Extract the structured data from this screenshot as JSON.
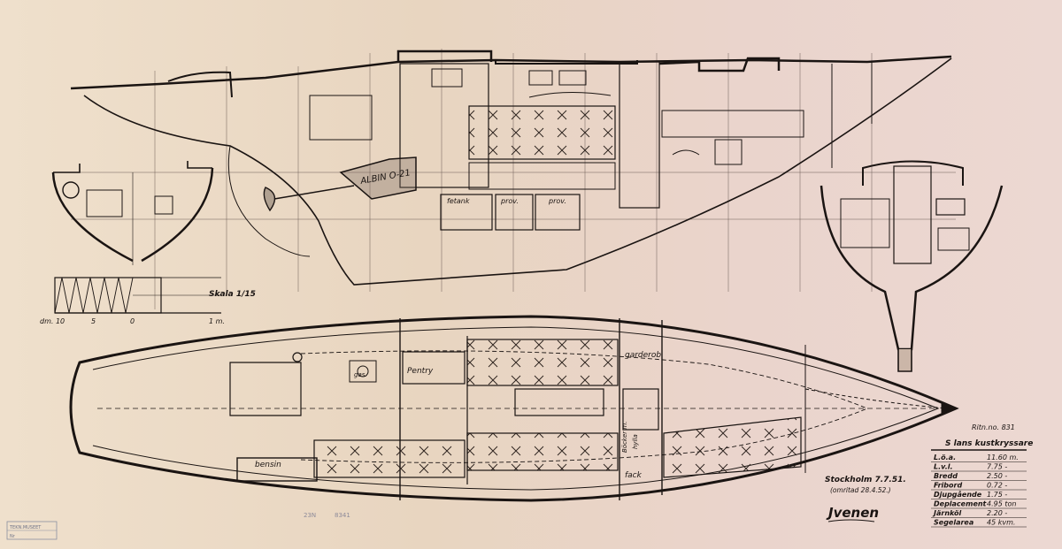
{
  "labels": {
    "engine": "ALBIN O-21",
    "tank_1": "fetank",
    "tank_2": "prov.",
    "tank_3": "prov.",
    "scale_title": "Skala 1/15",
    "scale_dm": "dm. 10",
    "scale_5": "5",
    "scale_0": "0",
    "scale_1m": "1 m.",
    "pentry": "Pentry",
    "gas": "gas.",
    "garderob": "garderob",
    "bensin": "bensin",
    "bocker": "Böcker m.",
    "hylla": "hylla",
    "fack": "fack"
  },
  "specs": {
    "drawing_no": "Ritn.no. 831",
    "title": "S lans kustkryssare",
    "rows": [
      {
        "label": "L.ö.a.",
        "value": "11.60 m."
      },
      {
        "label": "L.v.l.",
        "value": "7.75 -"
      },
      {
        "label": "Bredd",
        "value": "2.50 -"
      },
      {
        "label": "Fribord",
        "value": "0.72 -"
      },
      {
        "label": "Djupgående",
        "value": "1.75 -"
      },
      {
        "label": "Deplacement",
        "value": "4.95 ton"
      },
      {
        "label": "Järnköl",
        "value": "2.20 -"
      },
      {
        "label": "Segelarea",
        "value": "45 kvm."
      }
    ]
  },
  "place_date": {
    "line1": "Stockholm 7.7.51.",
    "line2": "(omritad 28.4.52.)"
  },
  "signature": "Jvenen",
  "stamp": {
    "line1": "TEKN.MUSEET",
    "line2": "Nr"
  },
  "pencil_notes": [
    "23N",
    "8341"
  ]
}
